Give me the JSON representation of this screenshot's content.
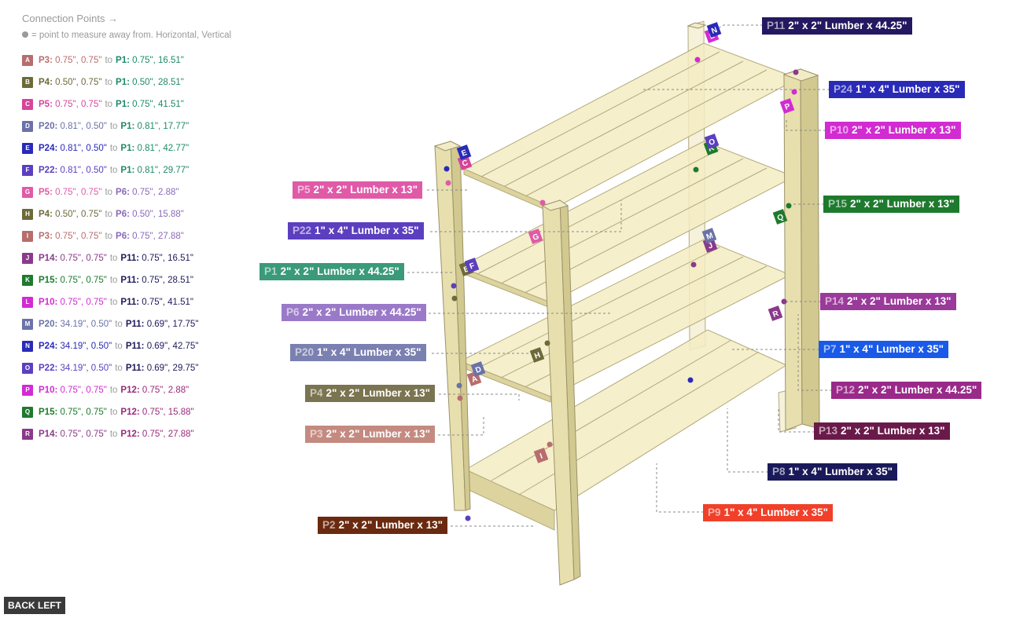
{
  "legend": {
    "title": "Connection Points →",
    "note": "= point to measure away from. Horizontal, Vertical",
    "connections": [
      {
        "key": "A",
        "color": "#b86d6d",
        "from": "P3:",
        "from_val": "0.75\", 0.75\"",
        "to": "P1:",
        "to_val": "0.75\", 16.51\"",
        "to_color": "#1f8a6a"
      },
      {
        "key": "B",
        "color": "#6d6a3a",
        "from": "P4:",
        "from_val": "0.50\", 0.75\"",
        "to": "P1:",
        "to_val": "0.50\", 28.51\"",
        "to_color": "#1f8a6a"
      },
      {
        "key": "C",
        "color": "#d6459a",
        "from": "P5:",
        "from_val": "0.75\", 0.75\"",
        "to": "P1:",
        "to_val": "0.75\", 41.51\"",
        "to_color": "#1f8a6a"
      },
      {
        "key": "D",
        "color": "#6a72a8",
        "from": "P20:",
        "from_val": "0.81\", 0.50\"",
        "to": "P1:",
        "to_val": "0.81\", 17.77\"",
        "to_color": "#1f8a6a"
      },
      {
        "key": "E",
        "color": "#2a2ab8",
        "from": "P24:",
        "from_val": "0.81\", 0.50\"",
        "to": "P1:",
        "to_val": "0.81\", 42.77\"",
        "to_color": "#1f8a6a"
      },
      {
        "key": "F",
        "color": "#5b3fbf",
        "from": "P22:",
        "from_val": "0.81\", 0.50\"",
        "to": "P1:",
        "to_val": "0.81\", 29.77\"",
        "to_color": "#1f8a6a"
      },
      {
        "key": "G",
        "color": "#e05aa8",
        "from": "P5:",
        "from_val": "0.75\", 0.75\"",
        "to": "P6:",
        "to_val": "0.75\", 2.88\"",
        "to_color": "#8a6ab8"
      },
      {
        "key": "H",
        "color": "#6d6a3a",
        "from": "P4:",
        "from_val": "0.50\", 0.75\"",
        "to": "P6:",
        "to_val": "0.50\", 15.88\"",
        "to_color": "#8a6ab8"
      },
      {
        "key": "I",
        "color": "#b86d6d",
        "from": "P3:",
        "from_val": "0.75\", 0.75\"",
        "to": "P6:",
        "to_val": "0.75\", 27.88\"",
        "to_color": "#8a6ab8"
      },
      {
        "key": "J",
        "color": "#8a3a8a",
        "from": "P14:",
        "from_val": "0.75\", 0.75\"",
        "to": "P11:",
        "to_val": "0.75\", 16.51\"",
        "to_color": "#1e1a5a"
      },
      {
        "key": "K",
        "color": "#1e7a2e",
        "from": "P15:",
        "from_val": "0.75\", 0.75\"",
        "to": "P11:",
        "to_val": "0.75\", 28.51\"",
        "to_color": "#1e1a5a"
      },
      {
        "key": "L",
        "color": "#d22bd2",
        "from": "P10:",
        "from_val": "0.75\", 0.75\"",
        "to": "P11:",
        "to_val": "0.75\", 41.51\"",
        "to_color": "#1e1a5a"
      },
      {
        "key": "M",
        "color": "#6a72a8",
        "from": "P20:",
        "from_val": "34.19\", 0.50\"",
        "to": "P11:",
        "to_val": "0.69\", 17.75\"",
        "to_color": "#1e1a5a"
      },
      {
        "key": "N",
        "color": "#2a2ab8",
        "from": "P24:",
        "from_val": "34.19\", 0.50\"",
        "to": "P11:",
        "to_val": "0.69\", 42.75\"",
        "to_color": "#1e1a5a"
      },
      {
        "key": "O",
        "color": "#5b3fbf",
        "from": "P22:",
        "from_val": "34.19\", 0.50\"",
        "to": "P11:",
        "to_val": "0.69\", 29.75\"",
        "to_color": "#1e1a5a"
      },
      {
        "key": "P",
        "color": "#d22bd2",
        "from": "P10:",
        "from_val": "0.75\", 0.75\"",
        "to": "P12:",
        "to_val": "0.75\", 2.88\"",
        "to_color": "#9a2a7a"
      },
      {
        "key": "Q",
        "color": "#1e7a2e",
        "from": "P15:",
        "from_val": "0.75\", 0.75\"",
        "to": "P12:",
        "to_val": "0.75\", 15.88\"",
        "to_color": "#9a2a7a"
      },
      {
        "key": "R",
        "color": "#8a3a8a",
        "from": "P14:",
        "from_val": "0.75\", 0.75\"",
        "to": "P12:",
        "to_val": "0.75\", 27.88\"",
        "to_color": "#9a2a7a"
      }
    ]
  },
  "parts": [
    {
      "id": "P11",
      "text": "2\" x 2\" Lumber x 44.25\"",
      "color": "#241860"
    },
    {
      "id": "P24",
      "text": "1\" x 4\" Lumber  x 35\"",
      "color": "#2a2ab8"
    },
    {
      "id": "P10",
      "text": "2\" x 2\" Lumber x 13\"",
      "color": "#d22bd2"
    },
    {
      "id": "P5",
      "text": "2\" x 2\" Lumber x 13\"",
      "color": "#e05aa8"
    },
    {
      "id": "P15",
      "text": "2\" x 2\" Lumber x 13\"",
      "color": "#1e7a2e"
    },
    {
      "id": "P22",
      "text": "1\" x 4\" Lumber  x 35\"",
      "color": "#5b3fbf"
    },
    {
      "id": "P1",
      "text": "2\" x 2\" Lumber x 44.25\"",
      "color": "#3a9a7a"
    },
    {
      "id": "P14",
      "text": "2\" x 2\" Lumber x 13\"",
      "color": "#9a3a9a"
    },
    {
      "id": "P6",
      "text": "2\" x 2\" Lumber x 44.25\"",
      "color": "#9a7ac8"
    },
    {
      "id": "P7",
      "text": "1\" x 4\" Lumber  x 35\"",
      "color": "#1a5ae8"
    },
    {
      "id": "P20",
      "text": "1\" x 4\" Lumber  x 35\"",
      "color": "#7a80b0"
    },
    {
      "id": "P12",
      "text": "2\" x 2\" Lumber x 44.25\"",
      "color": "#9a2a8a"
    },
    {
      "id": "P4",
      "text": "2\" x 2\" Lumber x 13\"",
      "color": "#7a7450"
    },
    {
      "id": "P13",
      "text": "2\" x 2\" Lumber x 13\"",
      "color": "#6a1a4a"
    },
    {
      "id": "P3",
      "text": "2\" x 2\" Lumber x 13\"",
      "color": "#c48a80"
    },
    {
      "id": "P8",
      "text": "1\" x 4\" Lumber  x 35\"",
      "color": "#1a1a5a"
    },
    {
      "id": "P9",
      "text": "1\" x 4\" Lumber  x 35\"",
      "color": "#f0402a"
    },
    {
      "id": "P2",
      "text": "2\" x 2\" Lumber x 13\"",
      "color": "#6a2a10"
    }
  ],
  "nav": {
    "back_label": "BACK LEFT"
  }
}
